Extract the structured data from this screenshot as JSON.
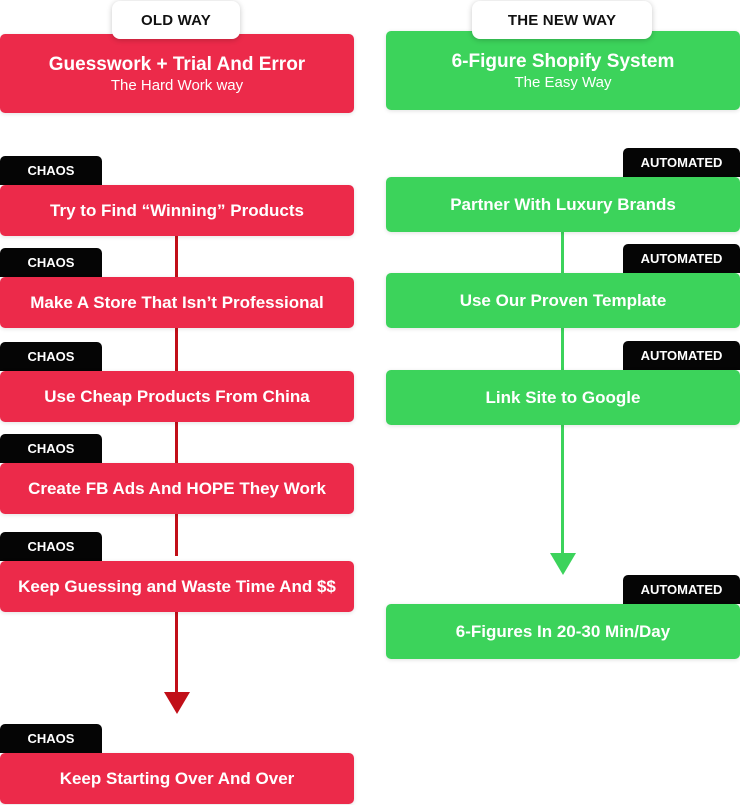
{
  "old_way": {
    "tab_label": "OLD WAY",
    "title": "Guesswork + Trial And Error",
    "subtitle": "The Hard Work way",
    "badge": "CHAOS",
    "steps": [
      "Try to Find “Winning” Products",
      "Make A Store That Isn’t Professional",
      "Use Cheap Products From China",
      "Create FB Ads And HOPE They Work",
      "Keep Guessing and Waste Time And $$",
      "Keep Starting Over And Over"
    ]
  },
  "new_way": {
    "tab_label": "THE NEW WAY",
    "title": "6-Figure Shopify System",
    "subtitle": "The Easy Way",
    "badge": "AUTOMATED",
    "steps": [
      "Partner With Luxury Brands",
      "Use Our Proven Template",
      "Link Site to Google",
      "6-Figures In 20-30 Min/Day"
    ]
  },
  "colors": {
    "old_red": "#ec2a4a",
    "old_line": "#c10f18",
    "new_green": "#3cd35b",
    "badge_black": "#050505"
  }
}
